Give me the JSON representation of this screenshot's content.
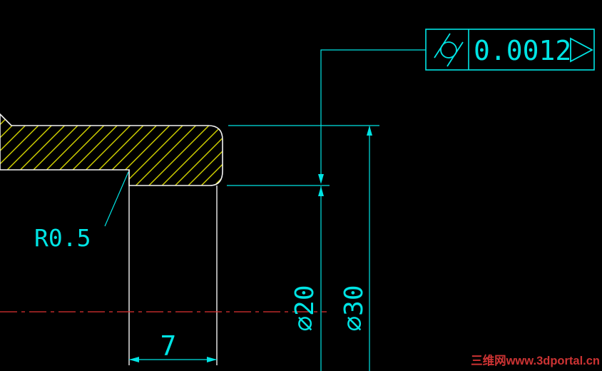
{
  "canvas": {
    "background": "#000000"
  },
  "colors": {
    "dimension": "#00e4e4",
    "geometry": "#f2f2f2",
    "hatch": "#e8e800",
    "centerline": "#e03232",
    "watermark": "#cc3333"
  },
  "tolerance_frame": {
    "symbol_icon": "cylindricity-icon",
    "value": "0.0012",
    "datum_icon": "triangle-right-icon"
  },
  "labels": {
    "fillet_radius": "R0.5",
    "dia_inner": "⌀20",
    "dia_outer": "⌀30",
    "width": "7"
  },
  "watermark": {
    "text": "三维网www.3dportal.cn"
  }
}
